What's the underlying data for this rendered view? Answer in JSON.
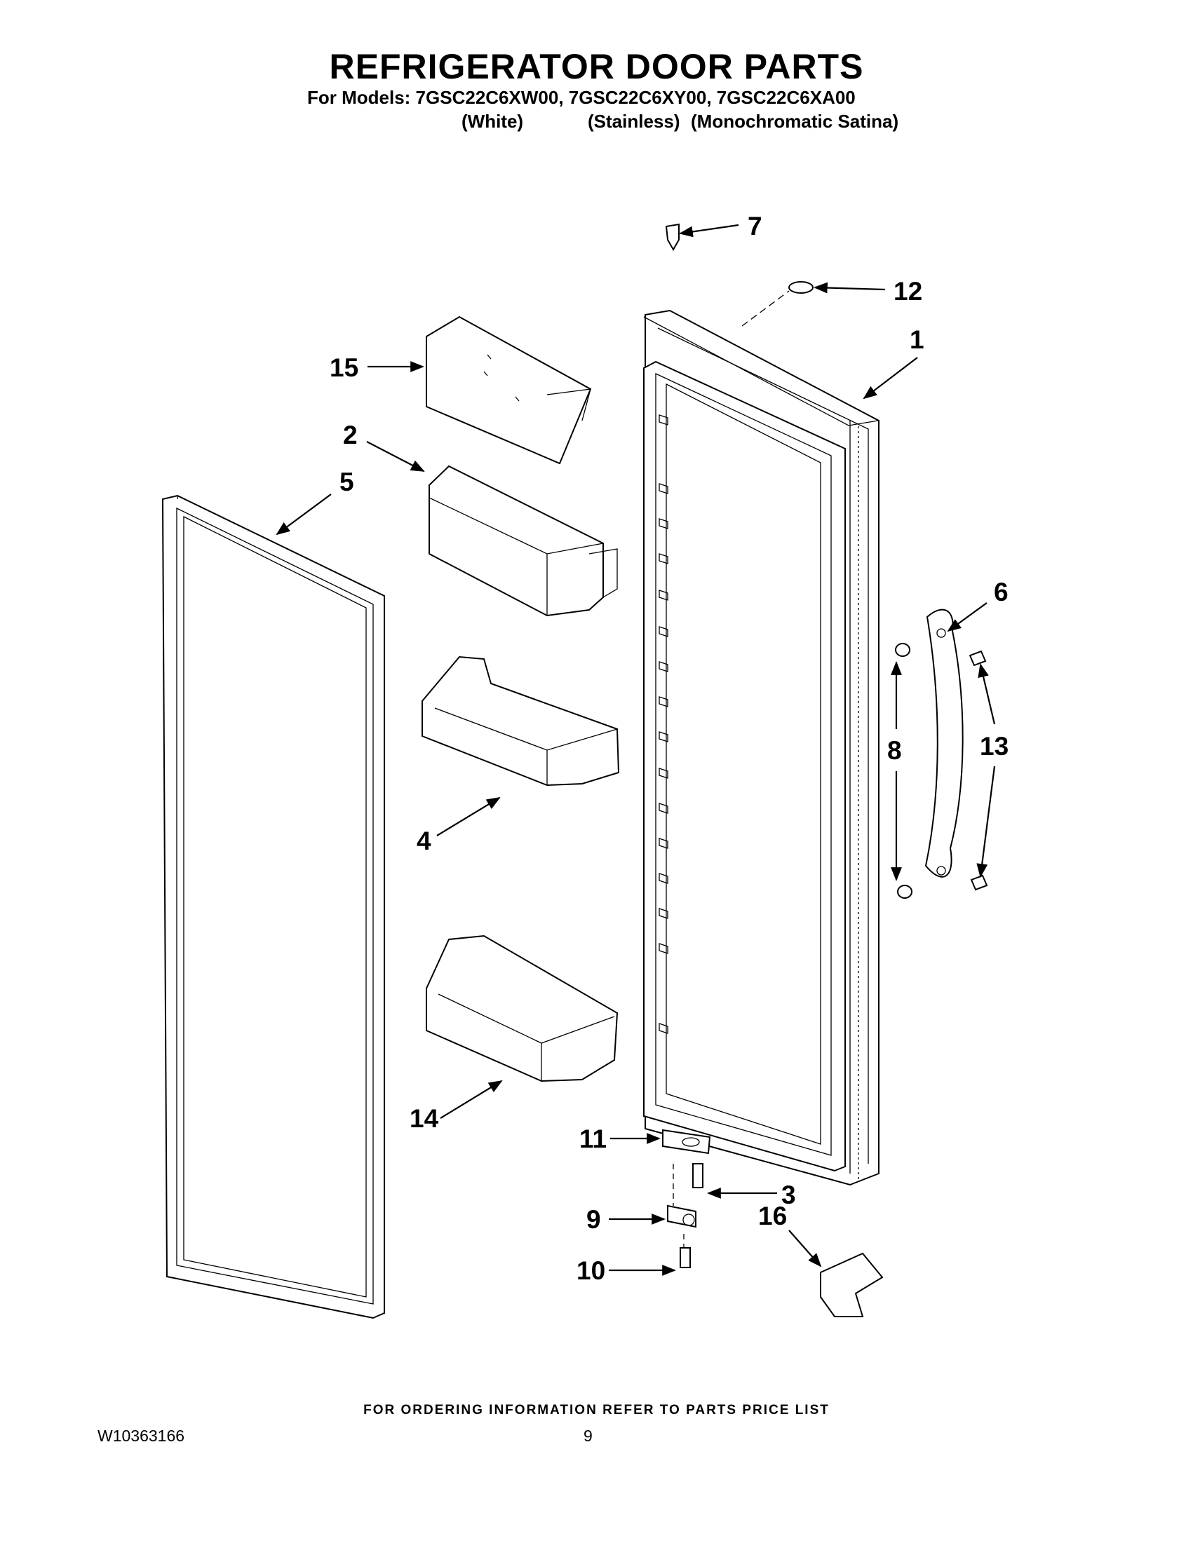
{
  "document": {
    "title": "REFRIGERATOR DOOR PARTS",
    "models_line": "For Models: 7GSC22C6XW00, 7GSC22C6XY00, 7GSC22C6XA00",
    "variants": [
      "(White)",
      "(Stainless)",
      "(Monochromatic Satina)"
    ],
    "footer_note": "FOR ORDERING INFORMATION REFER TO PARTS PRICE LIST",
    "doc_id": "W10363166",
    "page_number": "9"
  },
  "diagram": {
    "callouts": [
      "1",
      "2",
      "3",
      "4",
      "5",
      "6",
      "7",
      "8",
      "9",
      "10",
      "11",
      "12",
      "13",
      "14",
      "15",
      "16"
    ]
  }
}
